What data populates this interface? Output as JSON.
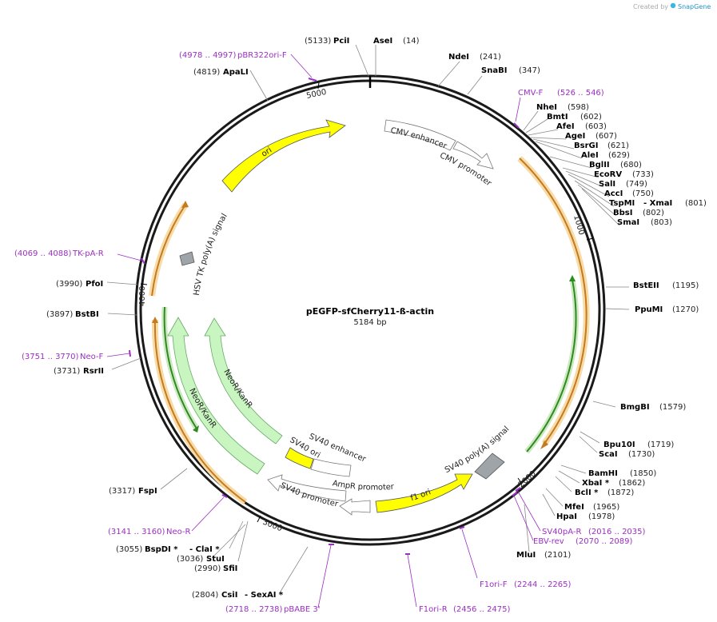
{
  "credit": {
    "prefix": "Created by",
    "brand": "SnapGene"
  },
  "plasmid": {
    "name": "pEGFP-sfCherry11-ß-actin",
    "length": "5184 bp"
  },
  "ticks": [
    "1000",
    "2000",
    "3000",
    "4000",
    "5000"
  ],
  "features": {
    "ori": "ori",
    "cmv_enhancer": "CMV enhancer",
    "cmv_promoter": "CMV promoter",
    "f1_ori": "f1 ori",
    "sv40_polya": "SV40 poly(A) signal",
    "ampr_promoter": "AmpR promoter",
    "sv40_promoter": "SV40 promoter",
    "sv40_ori": "SV40 ori",
    "sv40_enhancer": "SV40 enhancer",
    "neor_1": "NeoR/KanR",
    "neor_2": "NeoR/KanR",
    "hsv_tk": "HSV TK poly(A) signal"
  },
  "sites": [
    {
      "name": "PciI",
      "pos": "(5133)"
    },
    {
      "name": "AseI",
      "pos": "(14)"
    },
    {
      "name": "NdeI",
      "pos": "(241)"
    },
    {
      "name": "SnaBI",
      "pos": "(347)"
    },
    {
      "name": "NheI",
      "pos": "(598)"
    },
    {
      "name": "BmtI",
      "pos": "(602)"
    },
    {
      "name": "AfeI",
      "pos": "(603)"
    },
    {
      "name": "AgeI",
      "pos": "(607)"
    },
    {
      "name": "BsrGI",
      "pos": "(621)"
    },
    {
      "name": "AleI",
      "pos": "(629)"
    },
    {
      "name": "BglII",
      "pos": "(680)"
    },
    {
      "name": "EcoRV",
      "pos": "(733)"
    },
    {
      "name": "SalI",
      "pos": "(749)"
    },
    {
      "name": "AccI",
      "pos": "(750)"
    },
    {
      "name": "TspMI",
      "pos": "(801)"
    },
    {
      "name": "BbsI",
      "pos": "(802)"
    },
    {
      "name": "SmaI",
      "pos": "(803)"
    },
    {
      "name": "BstEII",
      "pos": "(1195)"
    },
    {
      "name": "PpuMI",
      "pos": "(1270)"
    },
    {
      "name": "BmgBI",
      "pos": "(1579)"
    },
    {
      "name": "Bpu10I",
      "pos": "(1719)"
    },
    {
      "name": "ScaI",
      "pos": "(1730)"
    },
    {
      "name": "BamHI",
      "pos": "(1850)"
    },
    {
      "name": "XbaI *",
      "pos": "(1862)"
    },
    {
      "name": "BclI *",
      "pos": "(1872)"
    },
    {
      "name": "MfeI",
      "pos": "(1965)"
    },
    {
      "name": "HpaI",
      "pos": "(1978)"
    },
    {
      "name": "MluI",
      "pos": "(2101)"
    },
    {
      "name": "SfiI",
      "pos": "(2990)"
    },
    {
      "name": "StuI",
      "pos": "(3036)"
    },
    {
      "name": "FspI",
      "pos": "(3317)"
    },
    {
      "name": "RsrII",
      "pos": "(3731)"
    },
    {
      "name": "BstBI",
      "pos": "(3897)"
    },
    {
      "name": "PfoI",
      "pos": "(3990)"
    },
    {
      "name": "ApaLI",
      "pos": "(4819)"
    }
  ],
  "extra": {
    "xmai": "- XmaI",
    "clai": "- ClaI *",
    "sexai": "- SexAI *",
    "bspdi": "BspDI *",
    "bspdi_pos": "(3055)",
    "csii": "CsiI",
    "csii_pos": "(2804)"
  },
  "primers": [
    {
      "name": "pBR322ori-F",
      "range": "(4978 .. 4997)"
    },
    {
      "name": "CMV-F",
      "range": "(526 .. 546)"
    },
    {
      "name": "TK-pA-R",
      "range": "(4069 .. 4088)"
    },
    {
      "name": "Neo-F",
      "range": "(3751 .. 3770)"
    },
    {
      "name": "Neo-R",
      "range": "(3141 .. 3160)"
    },
    {
      "name": "pBABE 3'",
      "range": "(2718 .. 2738)"
    },
    {
      "name": "F1ori-R",
      "range": "(2456 .. 2475)"
    },
    {
      "name": "F1ori-F",
      "range": "(2244 .. 2265)"
    },
    {
      "name": "EBV-rev",
      "range": "(2070 .. 2089)"
    },
    {
      "name": "SV40pA-R",
      "range": "(2016 .. 2035)"
    }
  ],
  "colors": {
    "backbone": "#1a1a1a",
    "ori": "#ffff00",
    "marker": "#c8f5c0",
    "orf_orange": "#e89a2f",
    "orf_orange_halo": "#f7dca8",
    "orf_green": "#3c9c2c",
    "orf_green_halo": "#cde9c0",
    "polya": "#999999",
    "primer": "#9b2fc2"
  }
}
